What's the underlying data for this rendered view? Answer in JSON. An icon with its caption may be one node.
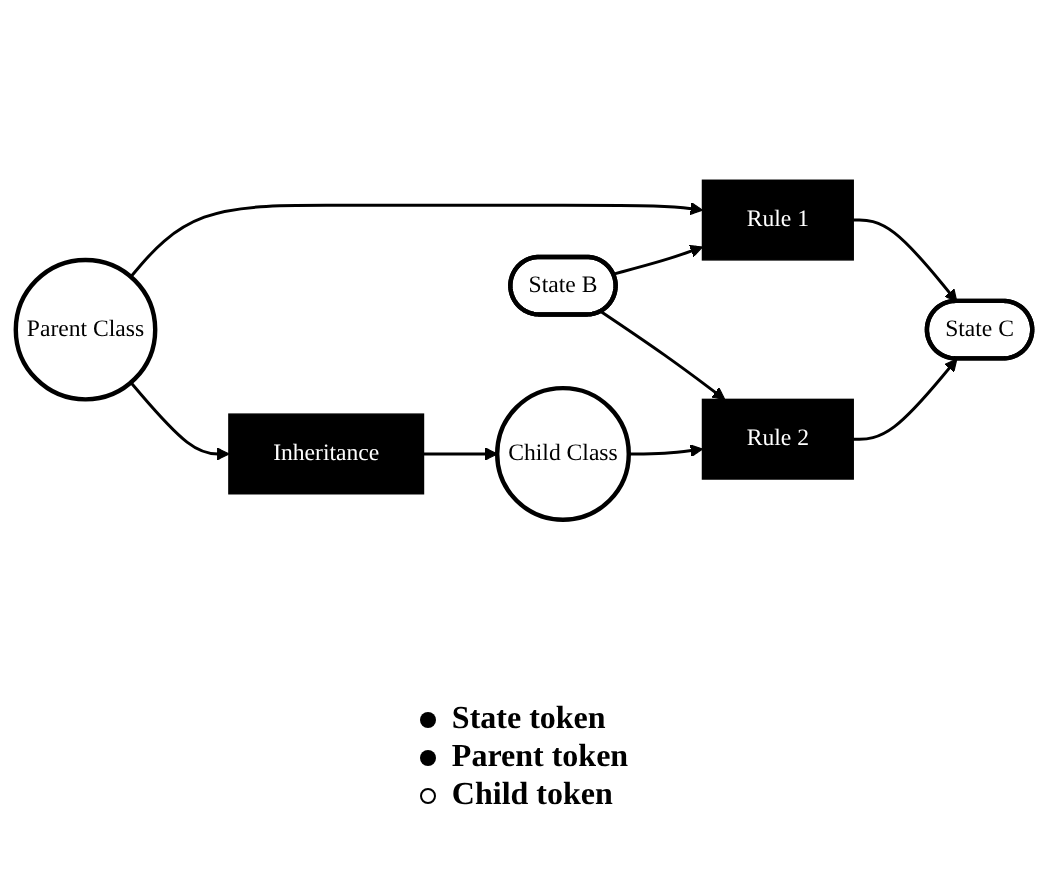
{
  "diagram": {
    "nodes": [
      {
        "text": [
          "Parent Class"
        ]
      },
      {
        "text": [
          "Rule 1"
        ]
      },
      {
        "text": [
          "Inheritance"
        ]
      },
      {
        "text": [
          "State B"
        ]
      },
      {
        "text": [
          "State C"
        ]
      },
      {
        "text": [
          "Child Class"
        ]
      },
      {
        "text": [
          "Rule 2"
        ]
      }
    ],
    "edges": [
      {
        "from": 0,
        "to": 1,
        "arrow": "to"
      },
      {
        "from": 0,
        "to": 2,
        "arrow": "to"
      },
      {
        "from": 3,
        "to": 1,
        "arrow": "to"
      },
      {
        "from": 1,
        "to": 4,
        "arrow": "to"
      },
      {
        "from": 2,
        "to": 5,
        "arrow": "to"
      },
      {
        "from": 3,
        "to": 6,
        "arrow": "to"
      },
      {
        "from": 6,
        "to": 4,
        "arrow": "to"
      },
      {
        "from": 5,
        "to": 6,
        "arrow": "to"
      }
    ],
    "legend": [
      {
        "text": "State token"
      },
      {
        "text": "Parent token"
      },
      {
        "text": "Child token"
      }
    ]
  }
}
